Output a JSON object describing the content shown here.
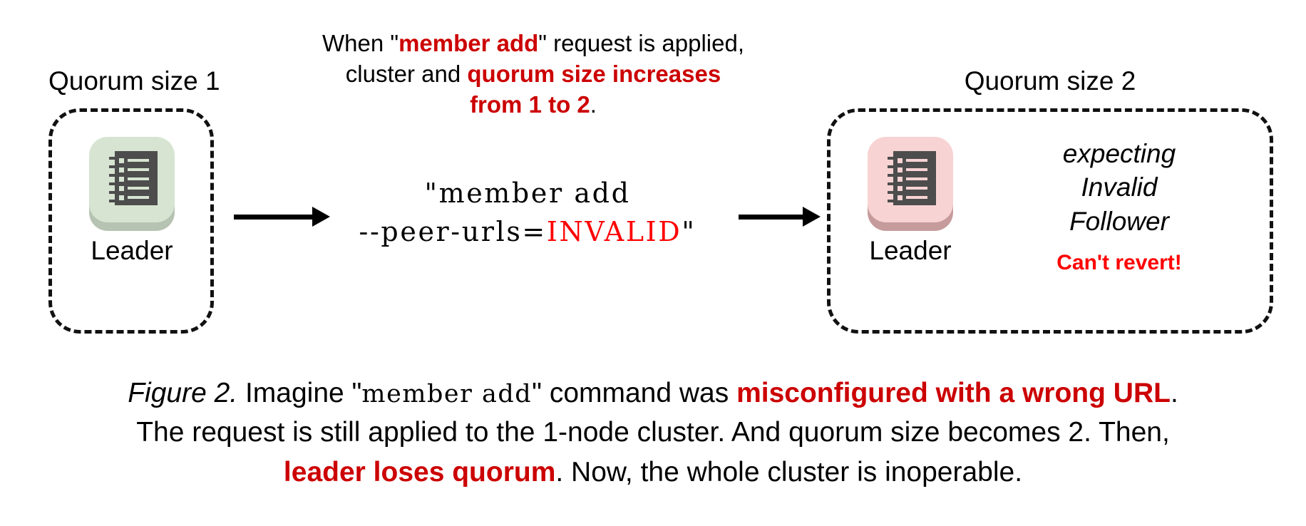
{
  "figure": {
    "top_note": {
      "line1_pre": "When \"",
      "line1_em": "member add",
      "line1_post": "\" request is applied,",
      "line2_pre": "cluster and ",
      "line2_em": "quorum size increases",
      "line3_em": "from 1 to 2",
      "line3_post": "."
    },
    "command": {
      "line1": "\"member add",
      "line2_pre": "--peer-urls=",
      "line2_invalid": "INVALID",
      "line2_post": "\""
    },
    "left_cluster": {
      "caption": "Quorum size 1",
      "node_label": "Leader",
      "icon": "ledger-icon",
      "tile_color": "#d6e4d1",
      "tile_shadow": "#b7c3b2"
    },
    "right_cluster": {
      "caption": "Quorum size 2",
      "node_label": "Leader",
      "icon": "ledger-icon",
      "tile_color": "#f8d3d3",
      "tile_shadow": "#c69b9b",
      "status_line1": "expecting",
      "status_line2": "Invalid",
      "status_line3": "Follower",
      "warning": "Can't revert!"
    },
    "arrows": {
      "arrow1": "arrow-right",
      "arrow2": "arrow-right"
    },
    "caption": {
      "fig_no": "Figure 2.",
      "seg1": " Imagine \"",
      "mono1": "member add",
      "seg2": "\" command was ",
      "em1": "misconfigured with a wrong URL",
      "seg3": ".",
      "line2": "The request is still applied to the 1-node cluster. And quorum size becomes 2. Then,",
      "em2": "leader loses quorum",
      "seg4": ". Now, the whole cluster is inoperable."
    },
    "colors": {
      "emphasis_dark_red": "#cc0000",
      "invalid_red": "#ff0000",
      "icon_gray": "#4d4d4d",
      "border_black": "#111111"
    }
  }
}
